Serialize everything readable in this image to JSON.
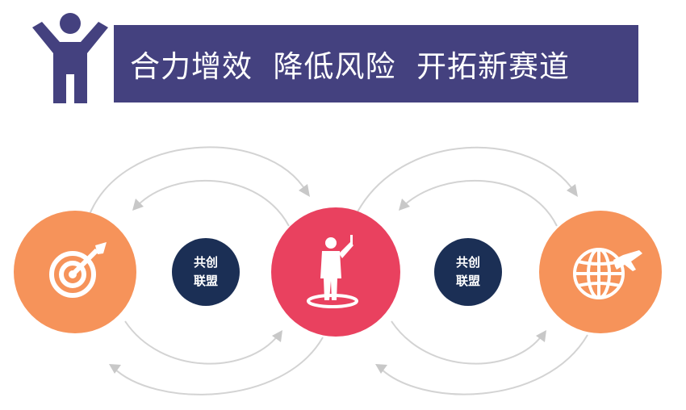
{
  "header": {
    "title": "合力增效  降低风险  开拓新赛道"
  },
  "colors": {
    "banner": "#44417f",
    "person": "#44417f",
    "orange": "#f6935a",
    "pink": "#e9415f",
    "navy": "#1b2f55",
    "arc": "#d3d3d3",
    "arrow": "#c8c8c8",
    "icon": "#ffffff"
  },
  "nodes": [
    {
      "id": "target",
      "icon": "target-icon"
    },
    {
      "id": "leader",
      "icon": "person-presenting-icon"
    },
    {
      "id": "globe",
      "icon": "globe-plane-icon"
    }
  ],
  "badges": [
    {
      "line1": "共创",
      "line2": "联盟"
    },
    {
      "line1": "共创",
      "line2": "联盟"
    }
  ]
}
